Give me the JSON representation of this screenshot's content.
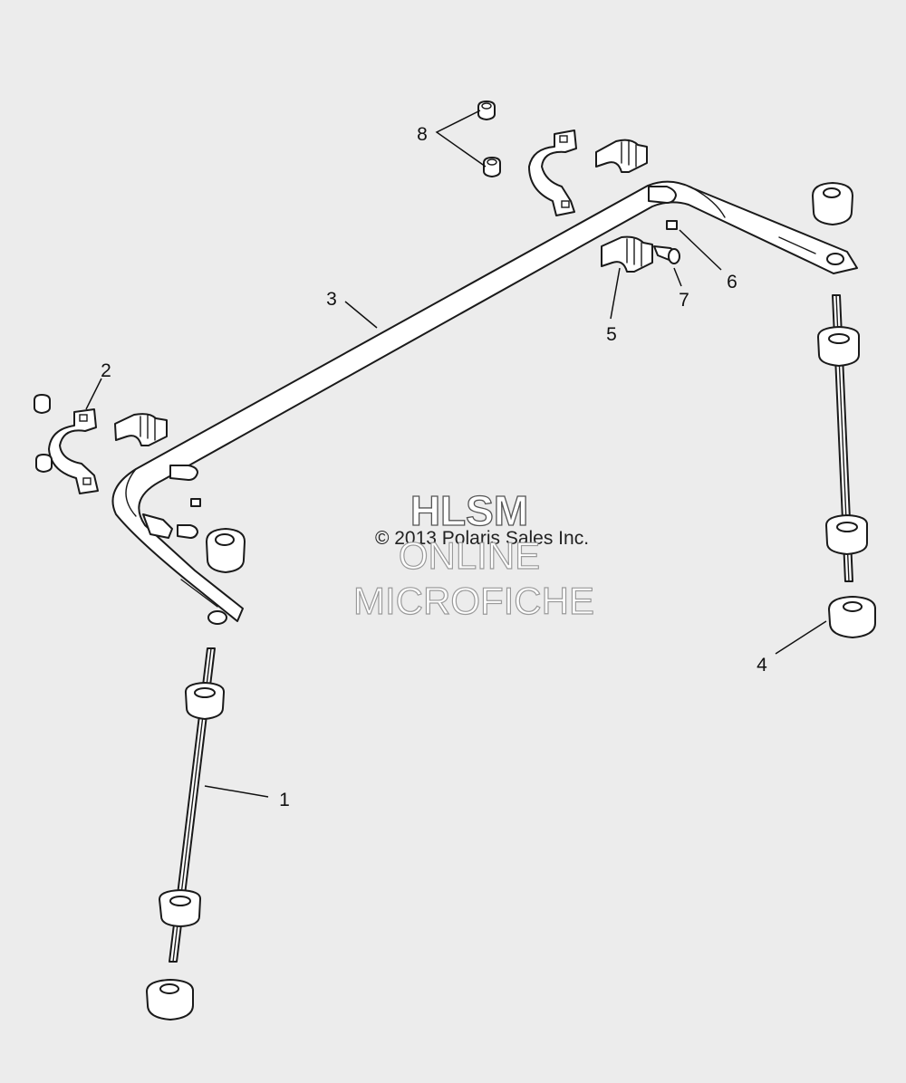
{
  "diagram": {
    "callouts": [
      {
        "id": "1",
        "label": "1"
      },
      {
        "id": "2",
        "label": "2"
      },
      {
        "id": "3",
        "label": "3"
      },
      {
        "id": "4",
        "label": "4"
      },
      {
        "id": "5",
        "label": "5"
      },
      {
        "id": "6",
        "label": "6"
      },
      {
        "id": "7",
        "label": "7"
      },
      {
        "id": "8",
        "label": "8"
      }
    ]
  },
  "watermark": {
    "line1": "HLSM",
    "copyright": "© 2013 Polaris Sales Inc.",
    "line2": "ONLINE",
    "line3": "MICROFICHE"
  }
}
